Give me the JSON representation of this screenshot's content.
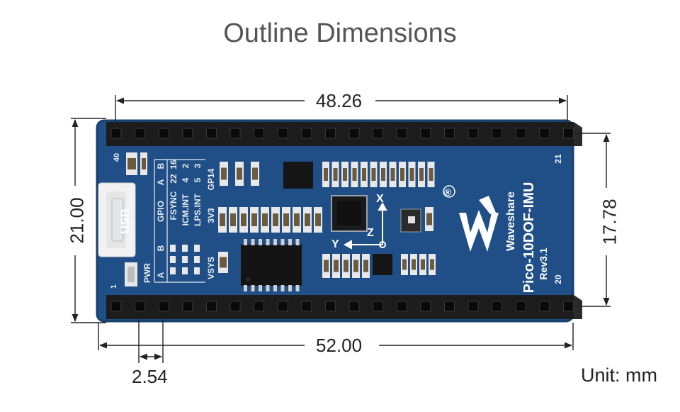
{
  "title": "Outline Dimensions",
  "dimensions": {
    "top_width": "48.26",
    "bottom_width": "52.00",
    "left_height": "21.00",
    "right_height": "17.78",
    "pin_pitch": "2.54"
  },
  "unit_label": "Unit: mm",
  "board": {
    "brand": "Waveshare",
    "model": "Pico-10DOF-IMU",
    "revision": "Rev3.1",
    "usb_label": "USB",
    "pwr_label": "PWR",
    "pin_1": "1",
    "pin_20": "20",
    "pin_21": "21",
    "pin_40": "40",
    "table": {
      "header_a": "A",
      "header_b": "B",
      "header_gpio": "GPIO",
      "row1": [
        "FSYNC",
        "22",
        "16"
      ],
      "row2": [
        "ICM.INT",
        "4",
        "2"
      ],
      "row3": [
        "LPS.INT",
        "5",
        "3"
      ]
    },
    "vsys": "VSYS",
    "v3v3": "3V3",
    "gp14": "GP14",
    "axis_x": "X",
    "axis_y": "Y",
    "axis_z": "Z",
    "registered": "®"
  },
  "colors": {
    "pcb": "#1f4f86",
    "header": "#1c1c1c",
    "dimension_line": "#222222"
  }
}
